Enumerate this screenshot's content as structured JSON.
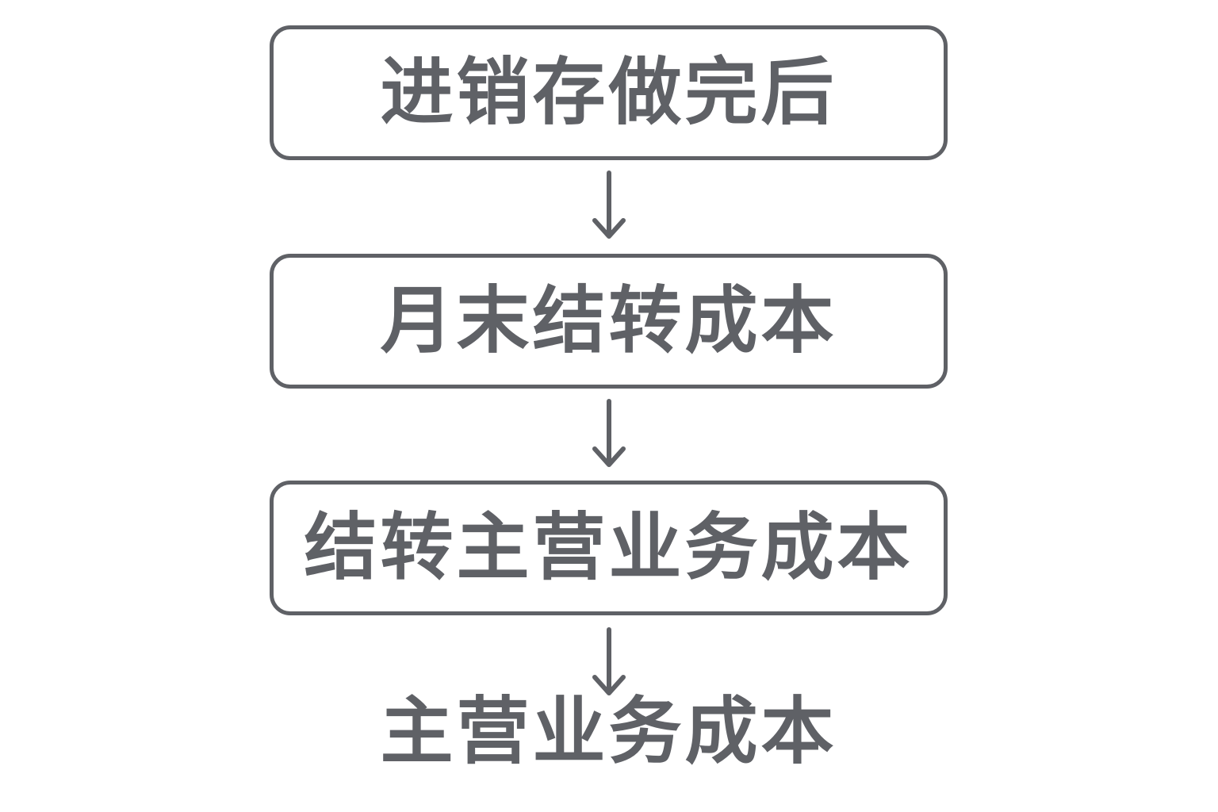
{
  "diagram": {
    "steps": [
      {
        "label": "进销存做完后"
      },
      {
        "label": "月末结转成本"
      },
      {
        "label": "结转主营业务成本"
      }
    ],
    "result": {
      "label": "主营业务成本"
    }
  },
  "colors": {
    "stroke": "#5f6166",
    "text": "#5f6166",
    "background": "#ffffff"
  }
}
